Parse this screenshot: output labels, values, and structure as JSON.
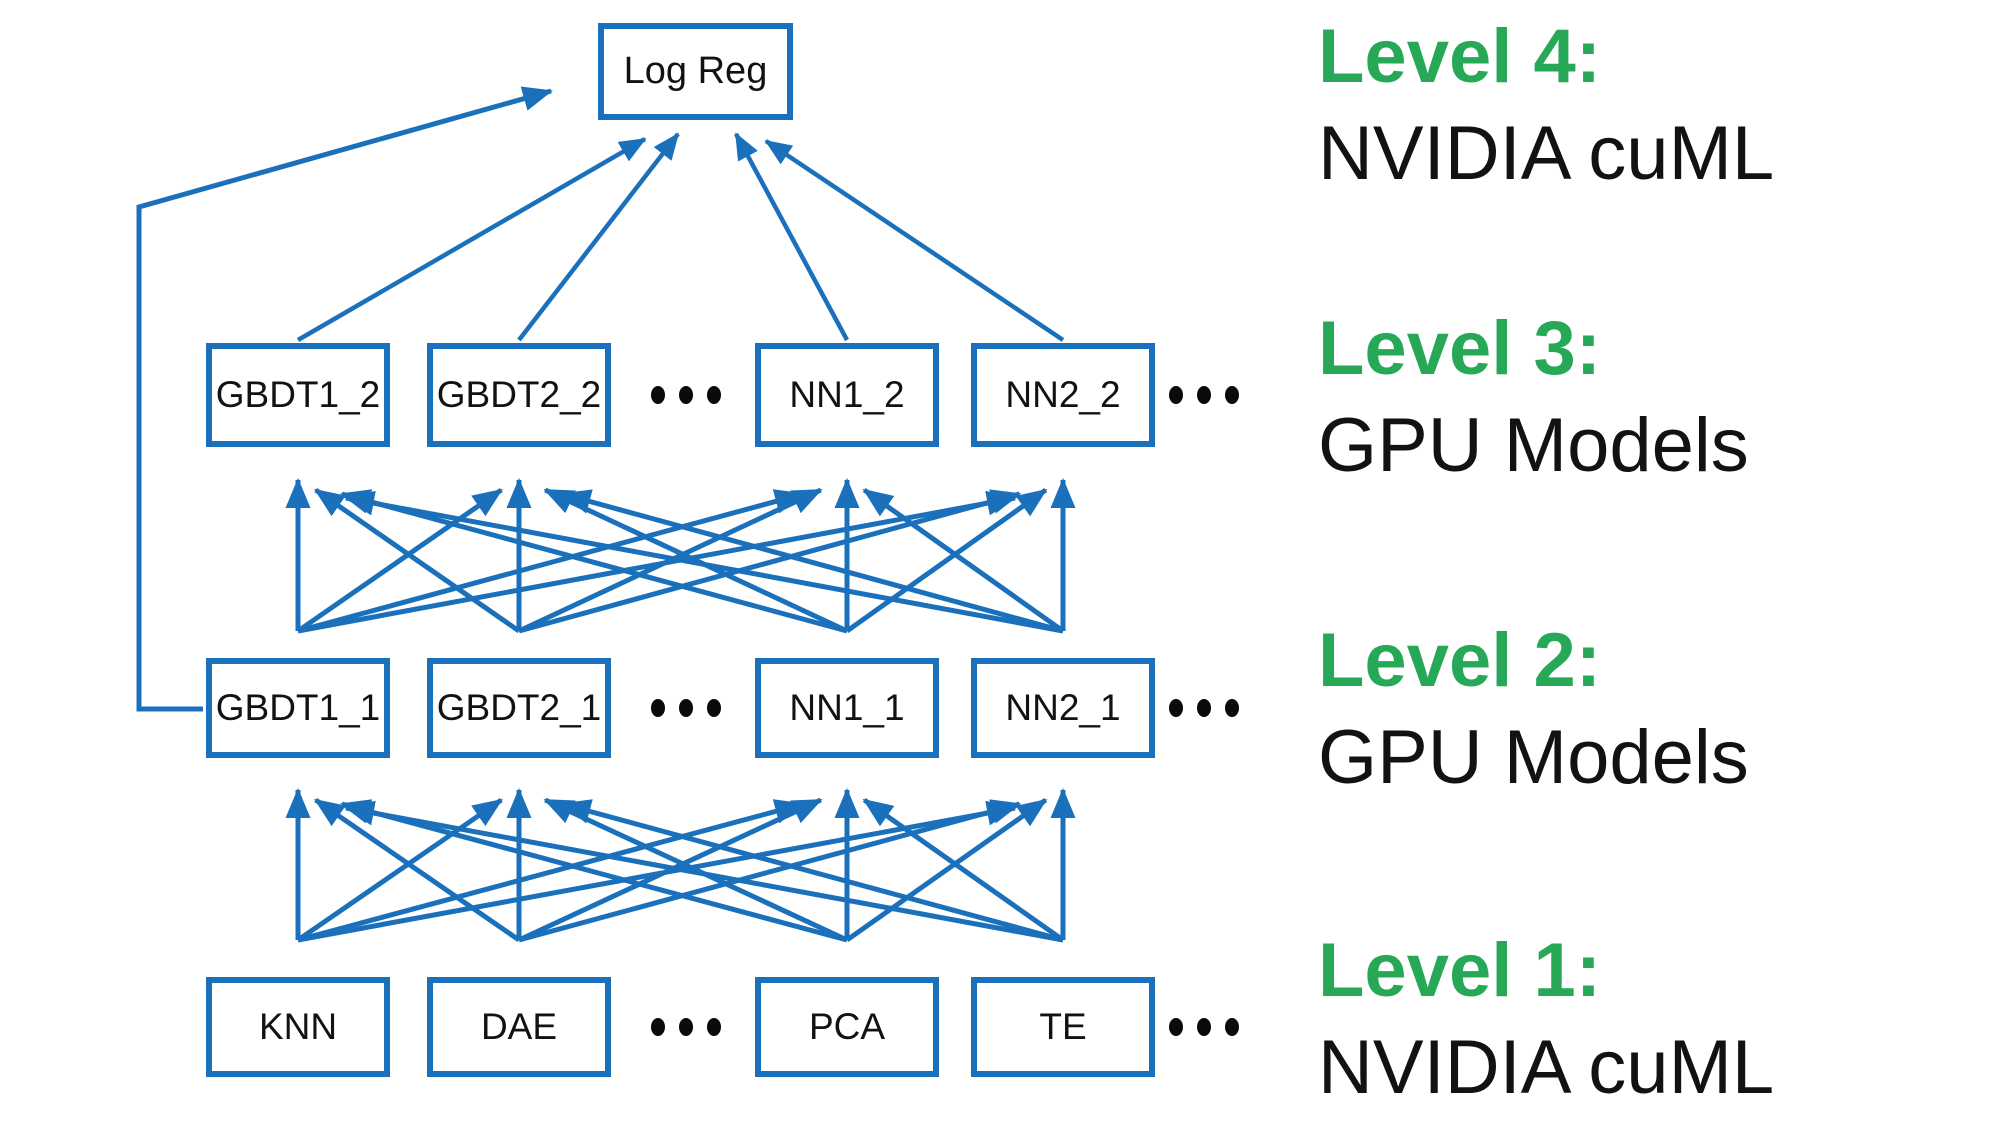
{
  "colors": {
    "blue": "#1B70BB",
    "green": "#27A857",
    "text": "#121212",
    "background": "#FFFFFF"
  },
  "top_node": {
    "label": "Log Reg"
  },
  "rows": [
    {
      "id": "level3",
      "boxes": [
        "GBDT1_2",
        "GBDT2_2",
        "NN1_2",
        "NN2_2"
      ]
    },
    {
      "id": "level2",
      "boxes": [
        "GBDT1_1",
        "GBDT2_1",
        "NN1_1",
        "NN2_1"
      ]
    },
    {
      "id": "level1",
      "boxes": [
        "KNN",
        "DAE",
        "PCA",
        "TE"
      ]
    }
  ],
  "captions": [
    {
      "title": "Level 4:",
      "subtitle": "NVIDIA cuML"
    },
    {
      "title": "Level 3:",
      "subtitle": "GPU Models"
    },
    {
      "title": "Level 2:",
      "subtitle": "GPU Models"
    },
    {
      "title": "Level 1:",
      "subtitle": "NVIDIA cuML"
    }
  ]
}
